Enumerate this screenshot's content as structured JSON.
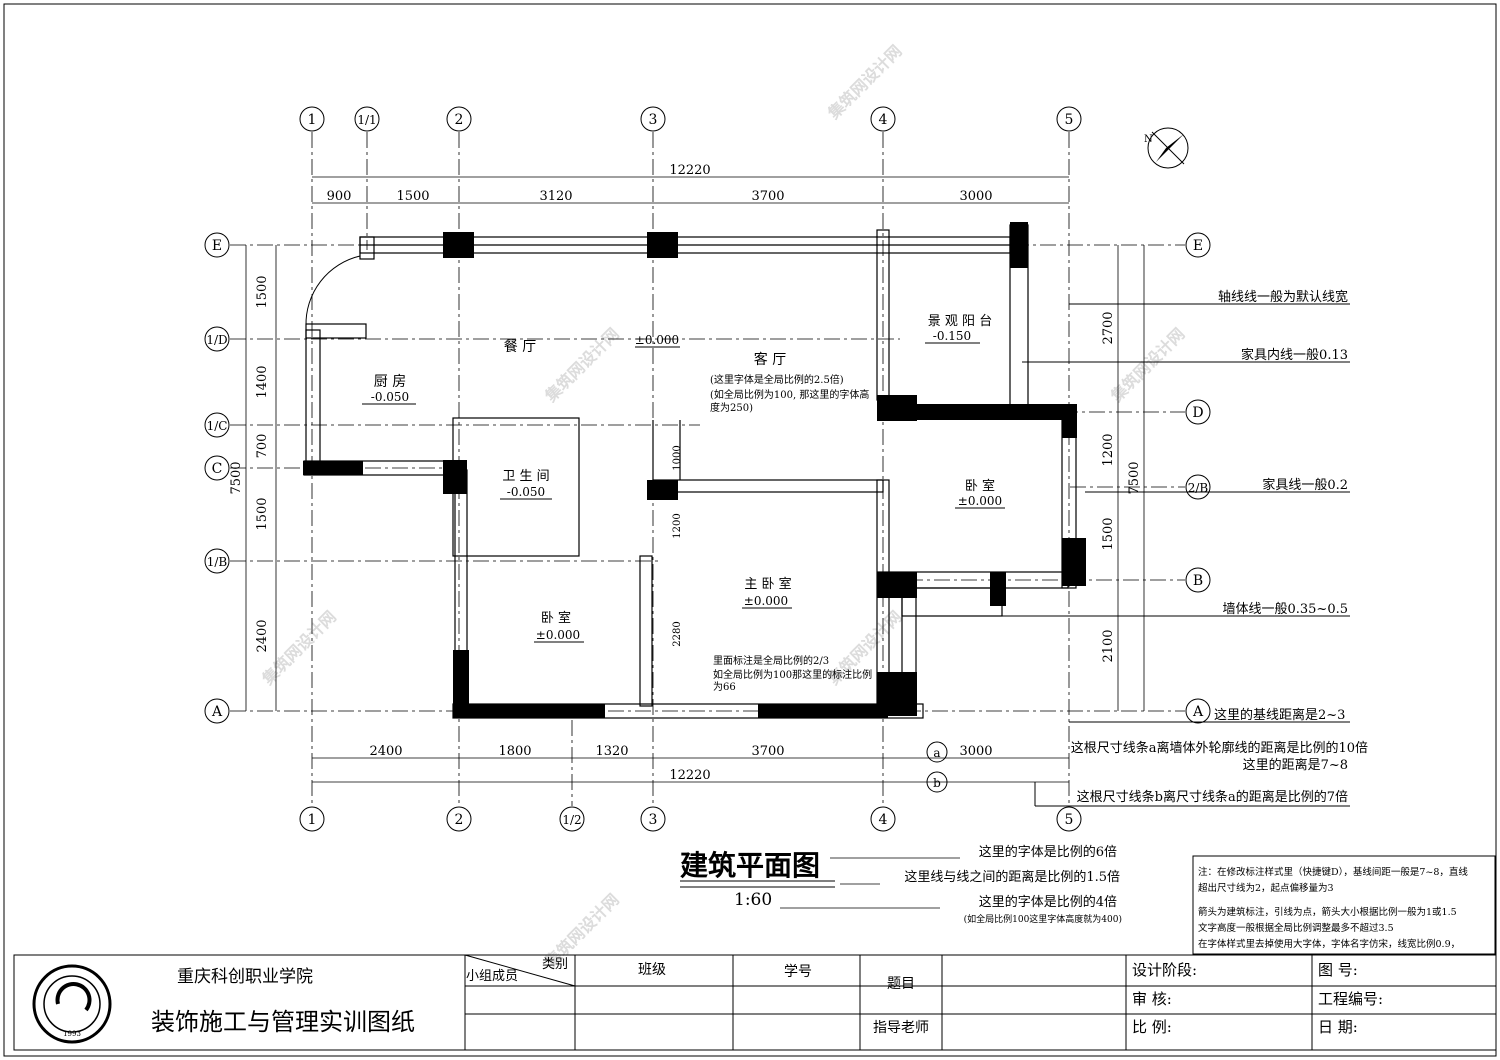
{
  "axes_top": [
    "1",
    "1/1",
    "2",
    "3",
    "4",
    "5"
  ],
  "axes_bottom": [
    "1",
    "2",
    "1/2",
    "3",
    "4",
    "5"
  ],
  "axes_left": [
    "E",
    "1/D",
    "1/C",
    "C",
    "1/B",
    "A"
  ],
  "axes_right": [
    "E",
    "D",
    "2/B",
    "B",
    "A"
  ],
  "dims": {
    "top_total": "12220",
    "top": [
      "900",
      "1500",
      "3120",
      "3700",
      "3000"
    ],
    "bottom": [
      "2400",
      "1800",
      "1320",
      "3700",
      "3000"
    ],
    "bottom_total": "12220",
    "left": [
      "1500",
      "1400",
      "700",
      "1500",
      "2400"
    ],
    "left_total": "7500",
    "right": [
      "2700",
      "1200",
      "1500",
      "2100"
    ],
    "right_total": "7500",
    "inner": [
      "1000",
      "1200",
      "2280"
    ]
  },
  "rooms": {
    "dining": "餐 厅",
    "dining_level": "±0.000",
    "living": "客 厅",
    "living_note1": "(这里字体是全局比例的2.5倍)",
    "living_note2": "(如全局比例为100, 那这里的字体高",
    "living_note3": "度为250)",
    "kitchen": "厨 房",
    "kitchen_level": "-0.050",
    "bath": "卫 生 间",
    "bath_level": "-0.050",
    "balcony": "景 观 阳 台",
    "balcony_level": "-0.150",
    "bedroom_r": "卧 室",
    "bedroom_r_level": "±0.000",
    "master": "主 卧 室",
    "master_level": "±0.000",
    "bedroom_l": "卧 室",
    "bedroom_l_level": "±0.000",
    "inner_note1": "里面标注是全局比例的2/3",
    "inner_note2": "如全局比例为100那这里的标注比例",
    "inner_note3": "为66"
  },
  "notes": {
    "axis_line": "轴线线一般为默认线宽",
    "furniture_inner": "家具内线一般0.13",
    "furniture": "家具线一般0.2",
    "wall_line": "墙体线一般0.35~0.5",
    "baseline": "这里的基线距离是2~3",
    "dim_a1": "这根尺寸线条a离墙体外轮廓线的距离是比例的10倍",
    "dim_a2": "这里的距离是7~8",
    "dim_b": "这根尺寸线条b离尺寸线条a的距离是比例的7倍",
    "marker_a": "a",
    "marker_b": "b",
    "title_font": "这里的字体是比例的6倍",
    "line_gap": "这里线与线之间的距离是比例的1.5倍",
    "scale_font": "这里的字体是比例的4倍",
    "scale_font_sub": "(如全局比例100这里字体高度就为400)"
  },
  "plan_title": "建筑平面图",
  "plan_scale": "1:60",
  "north": "N",
  "note_box": [
    "注：在修改标注样式里（快捷键D），基线间距一般是7~8，直线",
    "超出尺寸线为2，起点偏移量为3",
    "箭头为建筑标注，引线为点，箭头大小根据比例一般为1或1.5",
    "文字高度一般根据全局比例调整最多不超过3.5",
    "在字体样式里去掉使用大字体，字体名字仿宋，线宽比例0.9，"
  ],
  "title_block": {
    "school": "重庆科创职业学院",
    "drawing_name": "装饰施工与管理实训图纸",
    "category": "类别",
    "members": "小组成员",
    "class_label": "班级",
    "student_no": "学号",
    "topic": "题目",
    "advisor": "指导老师",
    "design_stage": "设计阶段:",
    "drawing_no": "图    号:",
    "review": "审    核:",
    "project_no": "工程编号:",
    "scale": "比    例:",
    "date": "日    期:",
    "seal_year": "1993"
  }
}
